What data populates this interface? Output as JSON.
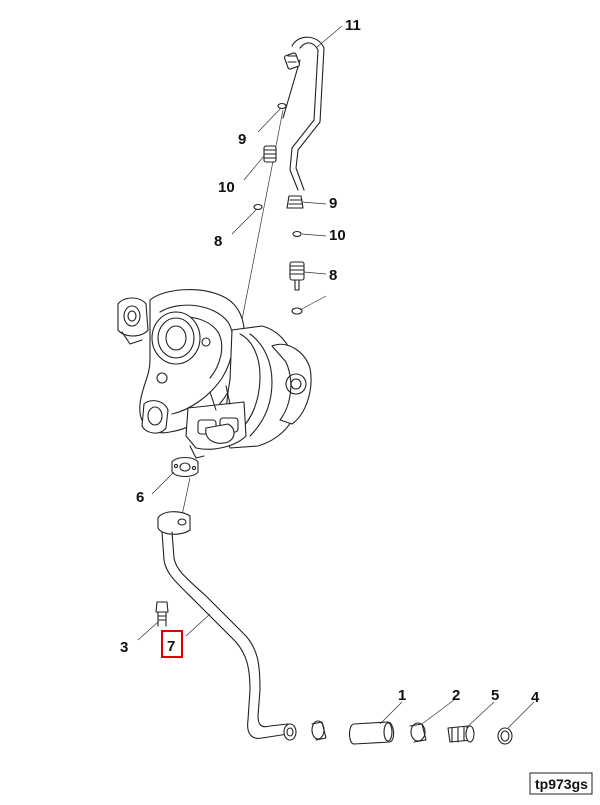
{
  "diagram": {
    "callouts": [
      {
        "id": "c11",
        "text": "11"
      },
      {
        "id": "c9a",
        "text": "9"
      },
      {
        "id": "c10a",
        "text": "10"
      },
      {
        "id": "c8a",
        "text": "8"
      },
      {
        "id": "c9b",
        "text": "9"
      },
      {
        "id": "c10b",
        "text": "10"
      },
      {
        "id": "c8b",
        "text": "8"
      },
      {
        "id": "c6",
        "text": "6"
      },
      {
        "id": "c3",
        "text": "3"
      },
      {
        "id": "c7",
        "text": "7"
      },
      {
        "id": "c1",
        "text": "1"
      },
      {
        "id": "c2",
        "text": "2"
      },
      {
        "id": "c5",
        "text": "5"
      },
      {
        "id": "c4",
        "text": "4"
      }
    ],
    "highlighted_callout": "7",
    "highlight_color": "#e00000",
    "reference_code": "tp973gs"
  }
}
